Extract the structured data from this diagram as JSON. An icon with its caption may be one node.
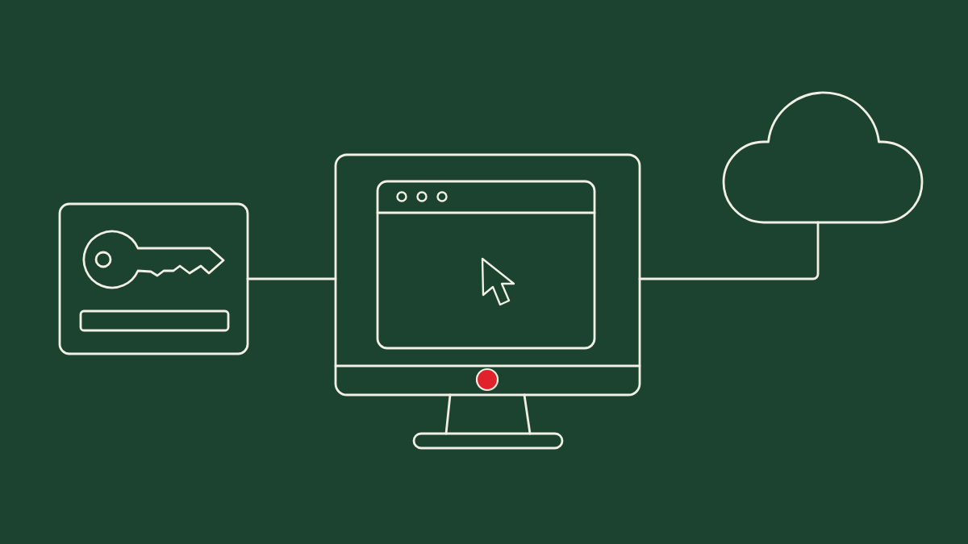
{
  "diagram": {
    "nodes": [
      {
        "text": [],
        "shape": "picture"
      },
      {
        "text": [],
        "shape": "picture"
      },
      {
        "text": [],
        "shape": "cloud"
      }
    ],
    "edges": [
      {
        "from": 0,
        "to": 1,
        "arrow": "none"
      },
      {
        "from": 1,
        "to": 2,
        "arrow": "none"
      }
    ]
  }
}
